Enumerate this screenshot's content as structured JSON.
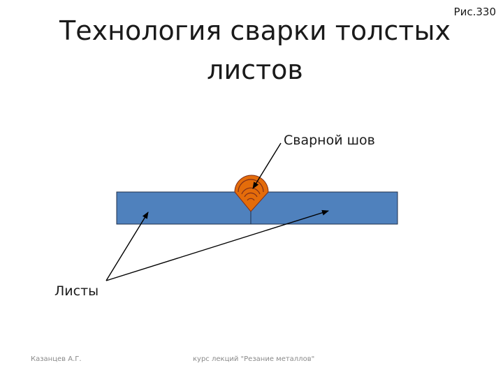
{
  "slide": {
    "title_line1": "Технология сварки толстых",
    "title_line2": "листов",
    "figure_number": "Рис.330"
  },
  "diagram": {
    "weld_label": "Сварной шов",
    "sheets_label": "Листы",
    "colors": {
      "sheet_fill": "#4f81bd",
      "sheet_stroke": "#1f2f4a",
      "weld_fill": "#c0504d",
      "weld_outer": "#e46c0a",
      "weld_stroke": "#7f2f1a",
      "arrow": "#000000"
    }
  },
  "footer": {
    "author": "Казанцев А.Г.",
    "course": "курс лекций \"Резание металлов\""
  }
}
